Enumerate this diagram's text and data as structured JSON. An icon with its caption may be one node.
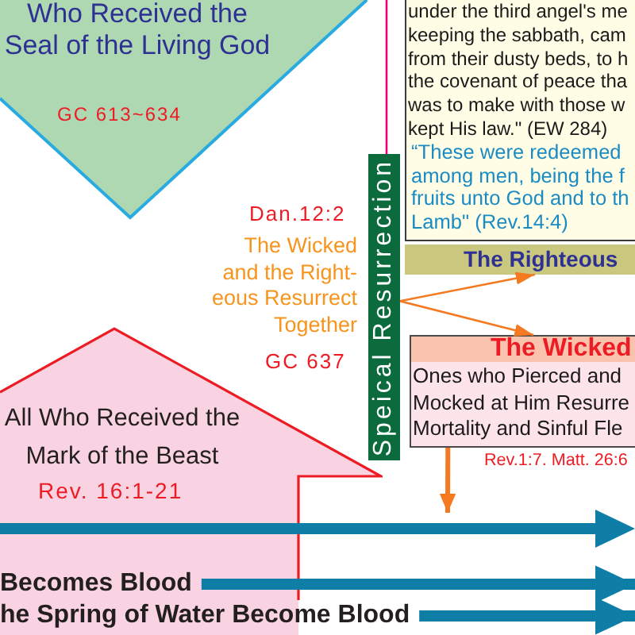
{
  "diagram": {
    "nodes": [
      {
        "text": [
          "Who Received the Seal of the Living God",
          "GC 613~634"
        ]
      },
      {
        "text": [
          "under the third angel's me keeping the sabbath, cam from their dusty beds, to h the covenant of peace tha was to make with those w kept His law.\" (EW 284)",
          "“These were redeemed among men, being the f fruits unto God and to th Lamb\" (Rev.14:4)"
        ]
      },
      {
        "text": [
          "The Righteous"
        ]
      },
      {
        "text": [
          "Speical Resurrection"
        ],
        "beside": [
          "The Wicked and the Right- eous Resurrect Together",
          "GC 637"
        ]
      },
      {
        "text": [
          "The Wicked",
          "Ones who Pierced and Mocked at Him Resurre Mortality and Sinful Fle"
        ],
        "beside": [
          "Rev.1:7. Matt. 26:6"
        ]
      },
      {
        "text": [
          "All Who Received the Mark of the Beast",
          "Rev. 16:1-21"
        ]
      },
      {
        "text": [
          "Becomes Blood"
        ],
        "in": 5
      },
      {
        "text": [
          "he Spring of Water Become Blood"
        ]
      }
    ],
    "edges": [
      {
        "from": 3,
        "to": 2,
        "arrow": "to"
      },
      {
        "from": 3,
        "to": 4,
        "arrow": "to"
      },
      {
        "from": 4,
        "to": null,
        "arrow": "to",
        "style": "thick"
      },
      {
        "from": 6,
        "to": null,
        "arrow": "to",
        "style": "thick",
        "color": "#0e7ea6"
      },
      {
        "from": 7,
        "to": null,
        "arrow": "to",
        "style": "thick",
        "color": "#0e7ea6"
      },
      {
        "from": null,
        "to": 3,
        "arrow": "none",
        "color": "#e6007e"
      }
    ],
    "labels": [
      "Dan.12:2"
    ]
  }
}
